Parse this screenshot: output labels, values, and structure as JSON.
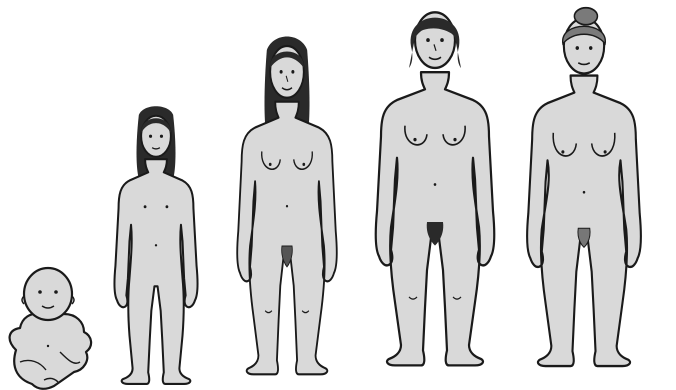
{
  "figure": {
    "stages": [
      {
        "id": "infant",
        "icon": "infant-figure"
      },
      {
        "id": "child",
        "icon": "girl-figure"
      },
      {
        "id": "adolescent",
        "icon": "teen-figure"
      },
      {
        "id": "young-adult",
        "icon": "woman-figure"
      },
      {
        "id": "older-adult",
        "icon": "older-woman-figure"
      }
    ],
    "colors": {
      "skin": "#d9d9d9",
      "outline": "#1a1a1a",
      "hair": "#2a2a2a",
      "older_hair": "#7a7a7a"
    }
  }
}
